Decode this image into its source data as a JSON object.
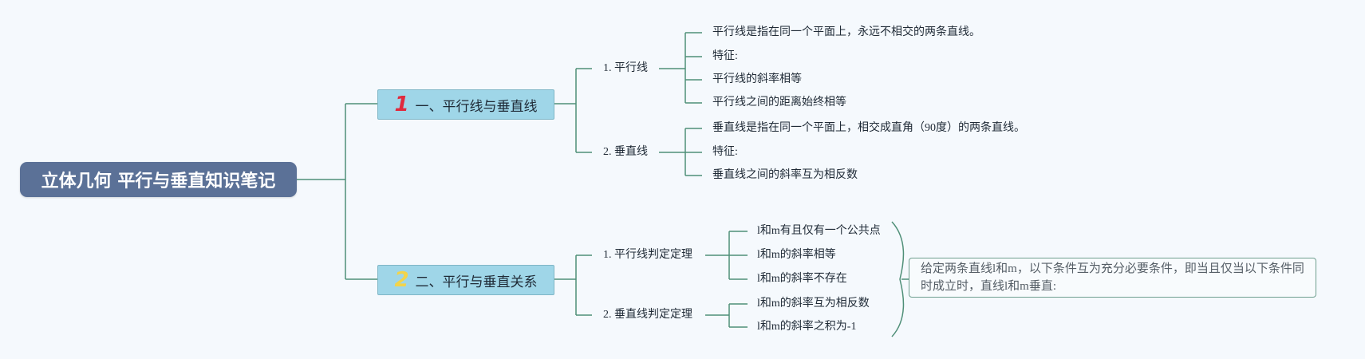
{
  "root": {
    "title": "立体几何 平行与垂直知识笔记"
  },
  "branches": [
    {
      "number": "1",
      "title": "一、平行线与垂直线",
      "children": [
        {
          "label": "1. 平行线",
          "leaves": [
            "平行线是指在同一个平面上，永远不相交的两条直线。",
            "特征:",
            "平行线的斜率相等",
            "平行线之间的距离始终相等"
          ]
        },
        {
          "label": "2. 垂直线",
          "leaves": [
            "垂直线是指在同一个平面上，相交成直角（90度）的两条直线。",
            "特征:",
            "垂直线之间的斜率互为相反数"
          ]
        }
      ]
    },
    {
      "number": "2",
      "title": "二、平行与垂直关系",
      "children": [
        {
          "label": "1. 平行线判定定理",
          "leaves": [
            "l和m有且仅有一个公共点",
            "l和m的斜率相等",
            "l和m的斜率不存在"
          ]
        },
        {
          "label": "2. 垂直线判定定理",
          "leaves": [
            "l和m的斜率互为相反数",
            "l和m的斜率之积为-1"
          ]
        }
      ]
    }
  ],
  "summary_note": "给定两条直线l和m，以下条件互为充分必要条件，即当且仅当以下条件同时成立时，直线l和m垂直:",
  "colors": {
    "line": "#4f8f78",
    "root_bg": "#5b7197",
    "branch_bg": "#9fd6e8",
    "num1": "#e02a3d",
    "num2": "#f3d44a"
  }
}
